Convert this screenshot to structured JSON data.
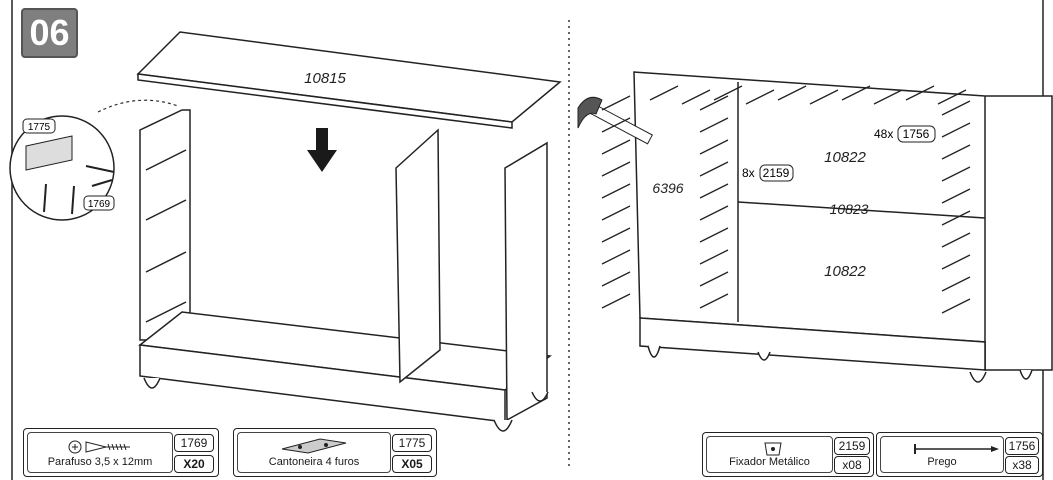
{
  "step": {
    "number": "06"
  },
  "left_panel": {
    "top_label": "10815",
    "detail_codes": [
      "1775",
      "1769"
    ]
  },
  "right_panel": {
    "side_label": "6396",
    "drawer_labels": [
      "10822",
      "10822"
    ],
    "divider_label": "10823",
    "fixings": [
      {
        "count": "8x",
        "code": "2159"
      },
      {
        "count": "48x",
        "code": "1756"
      }
    ]
  },
  "legend": [
    {
      "name": "Parafuso 3,5 x 12mm",
      "code": "1769",
      "qty": "X20",
      "icon": "screw-icon"
    },
    {
      "name": "Cantoneira 4 furos",
      "code": "1775",
      "qty": "X05",
      "icon": "bracket-icon"
    },
    {
      "name": "Fixador Metálico",
      "code": "2159",
      "qty": "x08",
      "icon": "metal-fastener-icon"
    },
    {
      "name": "Prego",
      "code": "1756",
      "qty": "x38",
      "icon": "nail-icon"
    }
  ]
}
